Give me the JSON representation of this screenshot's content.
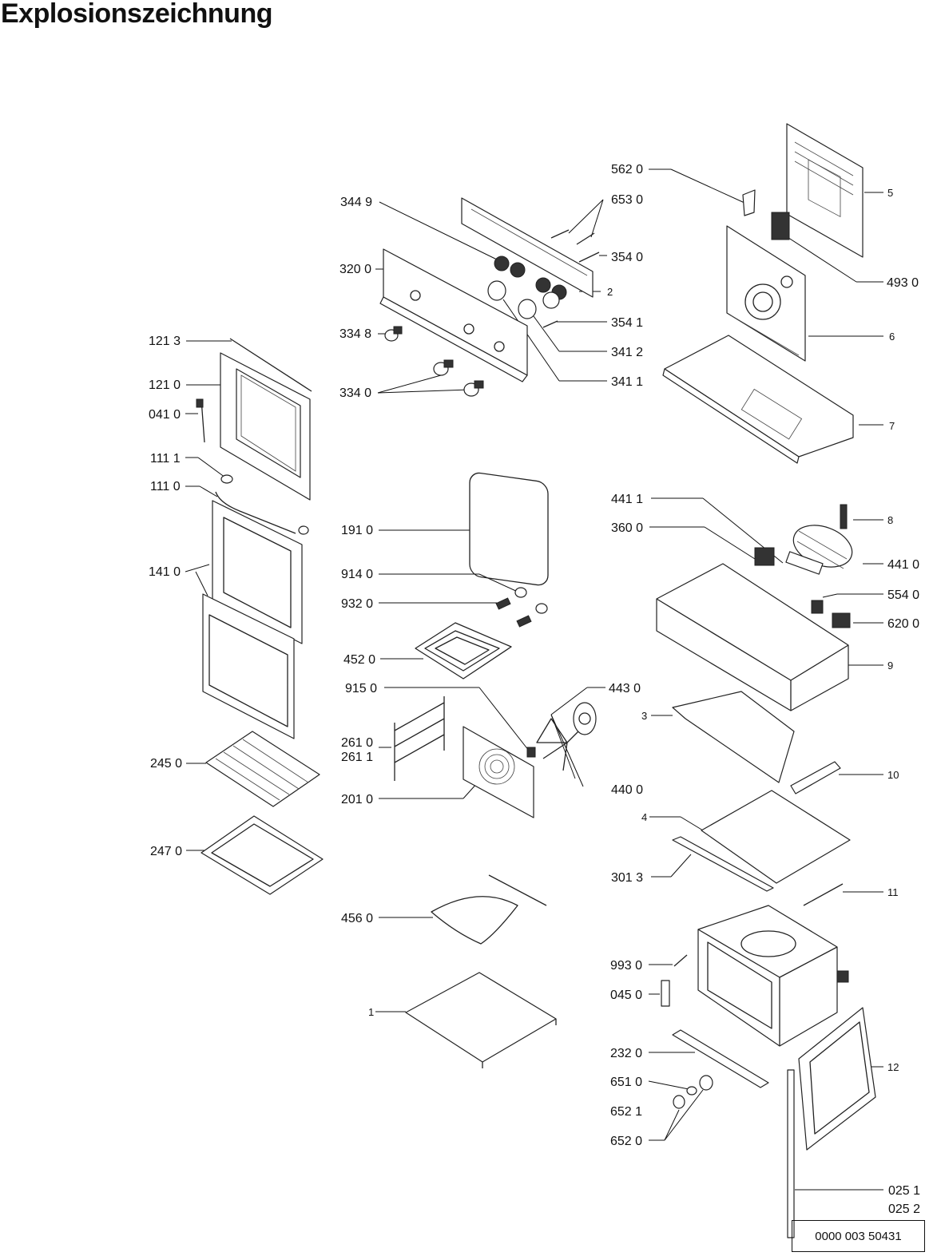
{
  "title": "Explosionszeichnung",
  "document_number": "0000 003 50431",
  "labels": {
    "l_3449": "344 9",
    "l_3200": "320 0",
    "l_3348": "334 8",
    "l_3340": "334 0",
    "l_5620": "562 0",
    "l_6530": "653 0",
    "l_3540": "354 0",
    "l_2": "2",
    "l_3541": "354 1",
    "l_3412": "341 2",
    "l_3411": "341 1",
    "l_5": "5",
    "l_4930": "493 0",
    "l_6": "6",
    "l_7": "7",
    "l_1213": "121 3",
    "l_1210": "121 0",
    "l_0410": "041 0",
    "l_1111": "111 1",
    "l_1110": "111 0",
    "l_1410": "141 0",
    "l_2450": "245 0",
    "l_2470": "247 0",
    "l_1910": "191 0",
    "l_9140": "914 0",
    "l_9320": "932 0",
    "l_4520": "452 0",
    "l_9150": "915 0",
    "l_4430": "443 0",
    "l_2610": "261 0",
    "l_2611": "261 1",
    "l_2010": "201 0",
    "l_4560": "456 0",
    "l_1": "1",
    "l_4411": "441 1",
    "l_3600": "360 0",
    "l_8": "8",
    "l_4410": "441 0",
    "l_5540": "554 0",
    "l_6200": "620 0",
    "l_9": "9",
    "l_3": "3",
    "l_4400": "440 0",
    "l_10": "10",
    "l_4": "4",
    "l_3013": "301 3",
    "l_11": "11",
    "l_9930": "993 0",
    "l_0450": "045 0",
    "l_2320": "232 0",
    "l_6510": "651 0",
    "l_6521": "652 1",
    "l_6520": "652 0",
    "l_12": "12",
    "l_0251": "025 1",
    "l_0252": "025 2"
  }
}
